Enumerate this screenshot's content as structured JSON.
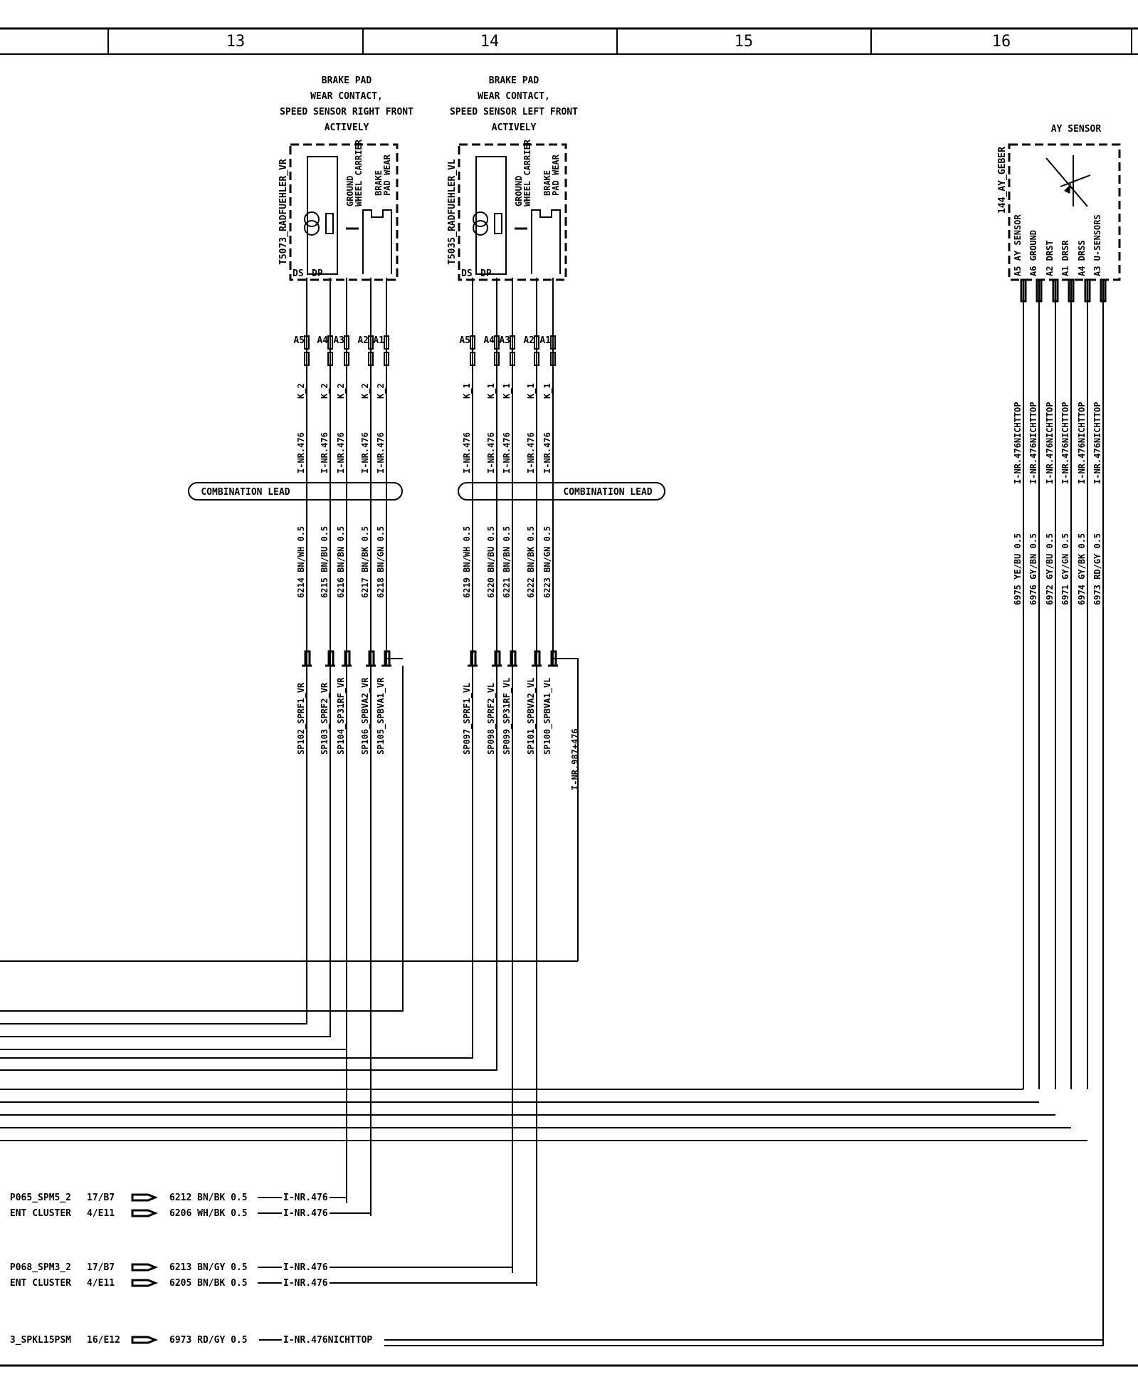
{
  "header": {
    "columns": [
      "13",
      "14",
      "15",
      "16"
    ]
  },
  "components": {
    "right_front": {
      "title_lines": [
        "BRAKE PAD",
        "WEAR CONTACT,",
        "SPEED SENSOR RIGHT FRONT",
        "ACTIVELY"
      ],
      "id": "T5073_RADFUEHLER_VR",
      "internal_labels": {
        "ground": [
          "GROUND",
          "WHEEL CARRIER"
        ],
        "brake": [
          "BRAKE",
          "PAD WEAR"
        ],
        "ds": "DS",
        "dp": "DP"
      },
      "pins": [
        "A5",
        "A4",
        "A3",
        "A2",
        "A1"
      ],
      "connector": "K_2",
      "inr": "I-NR.476",
      "wires": [
        "6214 BN/WH 0.5",
        "6215 BN/BU 0.5",
        "6216 BN/BN 0.5",
        "6217 BN/BK 0.5",
        "6218 BN/GN 0.5"
      ],
      "splices": [
        "SP102_SPRF1_VR",
        "SP103_SPRF2_VR",
        "SP104_SP31RF_VR",
        "SP106_SPBVA2_VR",
        "SP105_SPBVA1_VR"
      ]
    },
    "left_front": {
      "title_lines": [
        "BRAKE PAD",
        "WEAR CONTACT,",
        "SPEED SENSOR  LEFT FRONT",
        "ACTIVELY"
      ],
      "id": "T5035_RADFUEHLER_VL",
      "internal_labels": {
        "ground": [
          "GROUND",
          "WHEEL CARRIER"
        ],
        "brake": [
          "BRAKE",
          "PAD WEAR"
        ],
        "ds": "DS",
        "dp": "DP"
      },
      "pins": [
        "A5",
        "A4",
        "A3",
        "A2",
        "A1"
      ],
      "connector": "K_1",
      "inr": "I-NR.476",
      "wires": [
        "6219 BN/WH 0.5",
        "6220 BN/BU 0.5",
        "6221 BN/BN 0.5",
        "6222 BN/BK 0.5",
        "6223 BN/GN 0.5"
      ],
      "splices": [
        "SP097_SPRF1_VL",
        "SP098_SPRF2_VL",
        "SP099_SP31RF_VL",
        "SP101_SPBVA2_VL",
        "SP100_SPBVA1_VL"
      ],
      "extra_lead": "I-NR.987+476"
    },
    "ay_sensor": {
      "title": "AY SENSOR",
      "id": "144_AY_GEBER",
      "pins": [
        "A5 AY SENSOR",
        "A6 GROUND",
        "A2 DRST",
        "A1 DRSR",
        "A4 DRSS",
        "A3 U-SENSORS"
      ],
      "inr": [
        "I-NR.476NICHTTOP",
        "I-NR.476NICHTTOP",
        "I-NR.476NICHTTOP",
        "I-NR.476NICHTTOP",
        "I-NR.476NICHTTOP",
        "I-NR.476NICHTTOP"
      ],
      "wires": [
        "6975 YE/BU 0.5",
        "6976 GY/BN 0.5",
        "6972 GY/BU 0.5",
        "6971 GY/GN 0.5",
        "6974 GY/BK 0.5",
        "6973 RD/GY 0.5"
      ]
    }
  },
  "combination_lead": "COMBINATION LEAD",
  "bottom_refs": [
    {
      "left": "P065_SPM5_2",
      "ref": "17/B7",
      "wire": "6212 BN/BK 0.5",
      "inr": "I-NR.476"
    },
    {
      "left": "ENT CLUSTER",
      "ref": "4/E11",
      "wire": "6206 WH/BK 0.5",
      "inr": "I-NR.476"
    },
    {
      "left": "P068_SPM3_2",
      "ref": "17/B7",
      "wire": "6213 BN/GY 0.5",
      "inr": "I-NR.476"
    },
    {
      "left": "ENT CLUSTER",
      "ref": "4/E11",
      "wire": "6205 BN/BK 0.5",
      "inr": "I-NR.476"
    },
    {
      "left": "3_SPKL15PSM",
      "ref": "16/E12",
      "wire": "6973 RD/GY 0.5",
      "inr": "I-NR.476NICHTTOP"
    }
  ]
}
